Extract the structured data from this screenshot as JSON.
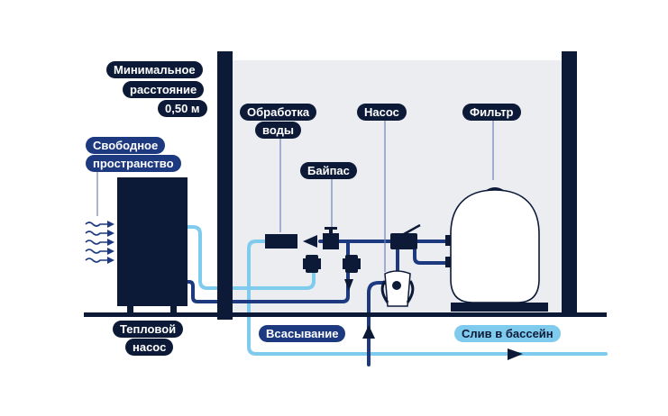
{
  "labels": {
    "min_distance": [
      "Минимальное",
      "расстояние",
      "0,50 м"
    ],
    "free_space": [
      "Свободное",
      "пространство"
    ],
    "water_treatment": [
      "Обработка",
      "воды"
    ],
    "bypass": "Байпас",
    "pump": "Насос",
    "filter": "Фильтр",
    "heat_pump": [
      "Тепловой",
      "насос"
    ],
    "suction": "Всасывание",
    "drain": "Слив в бассейн"
  },
  "colors": {
    "dark": "#0c1a38",
    "pipe_dark": "#1d3a80",
    "pipe_light": "#7fcbee",
    "room_bg": "#ecedf0",
    "leader": "#6f86b8"
  }
}
